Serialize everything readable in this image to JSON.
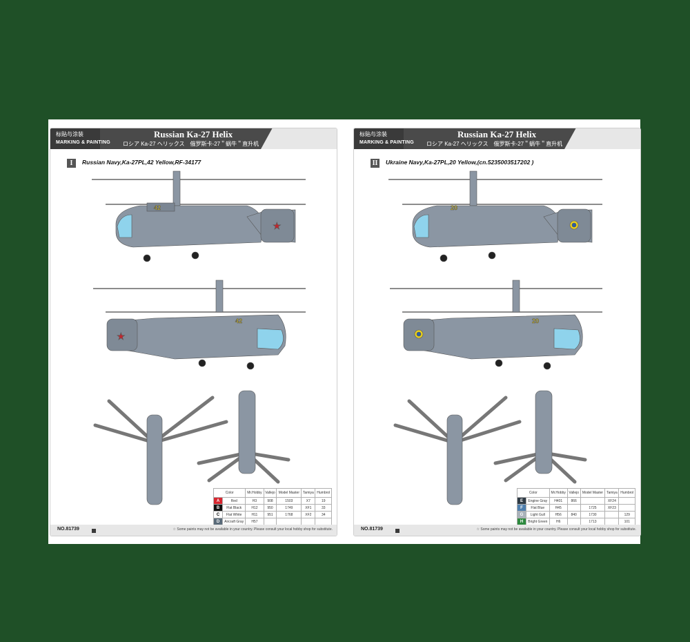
{
  "document": {
    "category_cn": "标贴与涂装",
    "category_en": "MARKING & PAINTING",
    "title": "Russian Ka-27 Helix",
    "subtitle": "ロシア Ka-27 ヘリックス　俄罗斯卡-27＂蜗牛＂直升机",
    "product_no": "NO.81739",
    "product_no_right": "NO.81739",
    "footnote": "☆ Some paints may not be available in your country. Please consult your local hobby shop for substitute."
  },
  "left_page": {
    "badge": "I",
    "variant": "Russian Navy,Ka-27PL,42 Yellow,RF-34177",
    "tail_number": "42",
    "table": {
      "headers": [
        "Color",
        "Mr.Hobby",
        "Vallejo",
        "Model Master",
        "Tamiya",
        "Humbrol"
      ],
      "rows": [
        {
          "code": "A",
          "swatch": "#d7262f",
          "name": "Red",
          "mr": "H3",
          "vallejo": "908",
          "mm": "1503",
          "tamiya": "X7",
          "humbrol": "19"
        },
        {
          "code": "B",
          "swatch": "#111111",
          "name": "Flat Black",
          "mr": "H12",
          "vallejo": "950",
          "mm": "1749",
          "tamiya": "XF1",
          "humbrol": "33"
        },
        {
          "code": "C",
          "swatch": "#ffffff",
          "name": "Flat White",
          "mr": "H11",
          "vallejo": "951",
          "mm": "1768",
          "tamiya": "XF2",
          "humbrol": "34"
        },
        {
          "code": "D",
          "swatch": "#5a6b7a",
          "name": "Aircraft Gray",
          "mr": "H57",
          "vallejo": "",
          "mm": "",
          "tamiya": "",
          "humbrol": ""
        }
      ]
    }
  },
  "right_page": {
    "badge": "II",
    "variant": "Ukraine Navy,Ka-27PL,20 Yellow,(cn.5235003517202 )",
    "tail_number": "20",
    "table": {
      "headers": [
        "Color",
        "Mr.Hobby",
        "Vallejo",
        "Model Master",
        "Tamiya",
        "Humbrol"
      ],
      "rows": [
        {
          "code": "E",
          "swatch": "#2f3b45",
          "name": "Engine Gray",
          "mr": "H401",
          "vallejo": "866",
          "mm": "",
          "tamiya": "XF24",
          "humbrol": ""
        },
        {
          "code": "F",
          "swatch": "#4e7fae",
          "name": "Flat Blue",
          "mr": "H45",
          "vallejo": "",
          "mm": "1725",
          "tamiya": "XF23",
          "humbrol": ""
        },
        {
          "code": "G",
          "swatch": "#a9b2ba",
          "name": "Light Gull",
          "mr": "H56",
          "vallejo": "840",
          "mm": "1730",
          "tamiya": "",
          "humbrol": "129"
        },
        {
          "code": "H",
          "swatch": "#2e8a3f",
          "name": "Bright Green",
          "mr": "H6",
          "vallejo": "",
          "mm": "1713",
          "tamiya": "",
          "humbrol": "101"
        }
      ]
    }
  },
  "colors": {
    "background": "#1f5027",
    "header": "#4a4a4a",
    "heli_gray": "#8b96a3",
    "yellow": "#e8d01f"
  }
}
